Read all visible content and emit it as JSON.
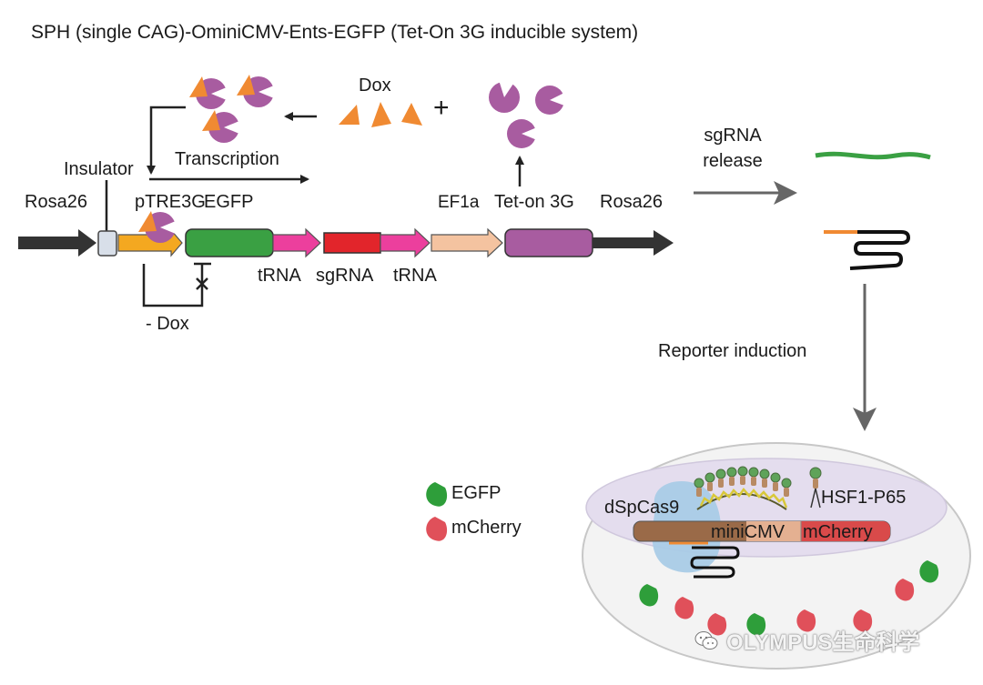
{
  "title": "SPH (single CAG)-OminiCMV-Ents-EGFP (Tet-On 3G inducible system)",
  "labels": {
    "dox": "Dox",
    "plus": "+",
    "transcription": "Transcription",
    "insulator": "Insulator",
    "rosa26_left": "Rosa26",
    "ptre3g": "pTRE3G",
    "egfp": "EGFP",
    "ef1a": "EF1a",
    "teton3g": "Tet-on 3G",
    "rosa26_right": "Rosa26",
    "trna_left": "tRNA",
    "sgrna": "sgRNA",
    "trna_right": "tRNA",
    "minus_dox": "- Dox",
    "sgrna_release_line1": "sgRNA",
    "sgrna_release_line2": "release",
    "reporter_induction": "Reporter induction",
    "dspcas9": "dSpCas9",
    "hsf1_p65": "HSF1-P65",
    "minicmv": "miniCMV",
    "mcherry_gene": "mCherry"
  },
  "legend": [
    {
      "label": "EGFP",
      "color": "#2e9e3a"
    },
    {
      "label": "mCherry",
      "color": "#e0505a"
    }
  ],
  "watermark": "OLYMPUS生命科学",
  "colors": {
    "green": "#3aa043",
    "red": "#e0505a",
    "orange": "#f08a32",
    "purple": "#a85ca0",
    "pink": "#ec3f9d",
    "peach": "#f4c3a0",
    "dark": "#333333",
    "brown": "#9a6a48",
    "cas9": "#a9cbe6",
    "cell_fill": "#f2f2f2",
    "nucleus_fill": "#e3dced"
  }
}
